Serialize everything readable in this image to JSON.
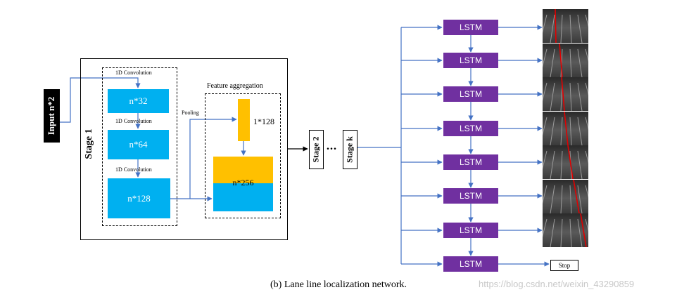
{
  "input": {
    "label": "Input n*2"
  },
  "stage1": {
    "label": "Stage 1",
    "conv_labels": [
      "1D Convolution",
      "1D Convolution",
      "1D Convolution"
    ],
    "blocks": [
      "n*32",
      "n*64",
      "n*128"
    ],
    "pooling_label": "Pooling"
  },
  "feature_aggregation": {
    "title": "Feature aggregation",
    "pooled": "1*128",
    "aggregated": "n*256"
  },
  "stages": {
    "stage2": "Stage 2",
    "ellipsis": "...",
    "stagek": "Stage k"
  },
  "lstm": {
    "label": "LSTM",
    "count": 8
  },
  "stop": {
    "label": "Stop"
  },
  "caption": "(b) Lane line localization network.",
  "watermark": "https://blog.csdn.net/weixin_43290859",
  "colors": {
    "blue": "#00b0f0",
    "gold": "#ffc000",
    "lstm": "#7030a0",
    "arrow": "#4472c4"
  }
}
